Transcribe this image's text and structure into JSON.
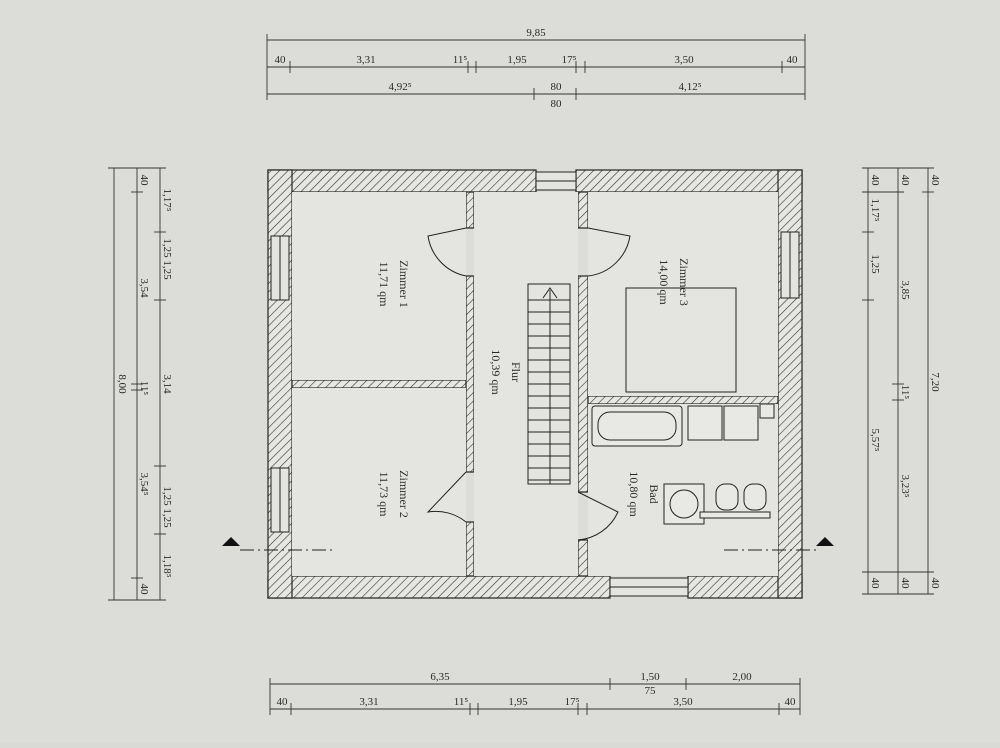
{
  "top_dims": {
    "overall": "9,85",
    "row2": [
      "40",
      "3,31",
      "11⁵",
      "1,95",
      "17⁵",
      "3,50",
      "40"
    ],
    "row3": [
      "4,92⁵",
      "80",
      "80",
      "4,12⁵"
    ]
  },
  "bottom_dims": {
    "row1": [
      "6,35",
      "1,50",
      "75",
      "2,00"
    ],
    "row2": [
      "40",
      "3,31",
      "11⁵",
      "1,95",
      "17⁵",
      "3,50",
      "40"
    ]
  },
  "left_dims": {
    "overall": "8,00",
    "col2": [
      "40",
      "3,54",
      "11⁵",
      "3,54⁵",
      "40"
    ],
    "col3": [
      "1,17⁵",
      "1,25",
      "1,25",
      "3,14",
      "1,25",
      "1,25",
      "1,18⁵"
    ]
  },
  "right_dims": {
    "col1": [
      "40",
      "1,17⁵",
      "1,25",
      "5,57⁵",
      "40"
    ],
    "col2": [
      "40",
      "3,85",
      "11⁵",
      "3,23⁵",
      "40"
    ],
    "col3": [
      "40",
      "7,20",
      "40"
    ]
  },
  "rooms": {
    "zimmer1": {
      "name": "Zimmer 1",
      "area": "11,71 qm"
    },
    "zimmer2": {
      "name": "Zimmer 2",
      "area": "11,73 qm"
    },
    "zimmer3": {
      "name": "Zimmer 3",
      "area": "14,00 qm"
    },
    "flur": {
      "name": "Flur",
      "area": "10,39 qm"
    },
    "bad": {
      "name": "Bad",
      "area": "10,80 qm"
    }
  }
}
